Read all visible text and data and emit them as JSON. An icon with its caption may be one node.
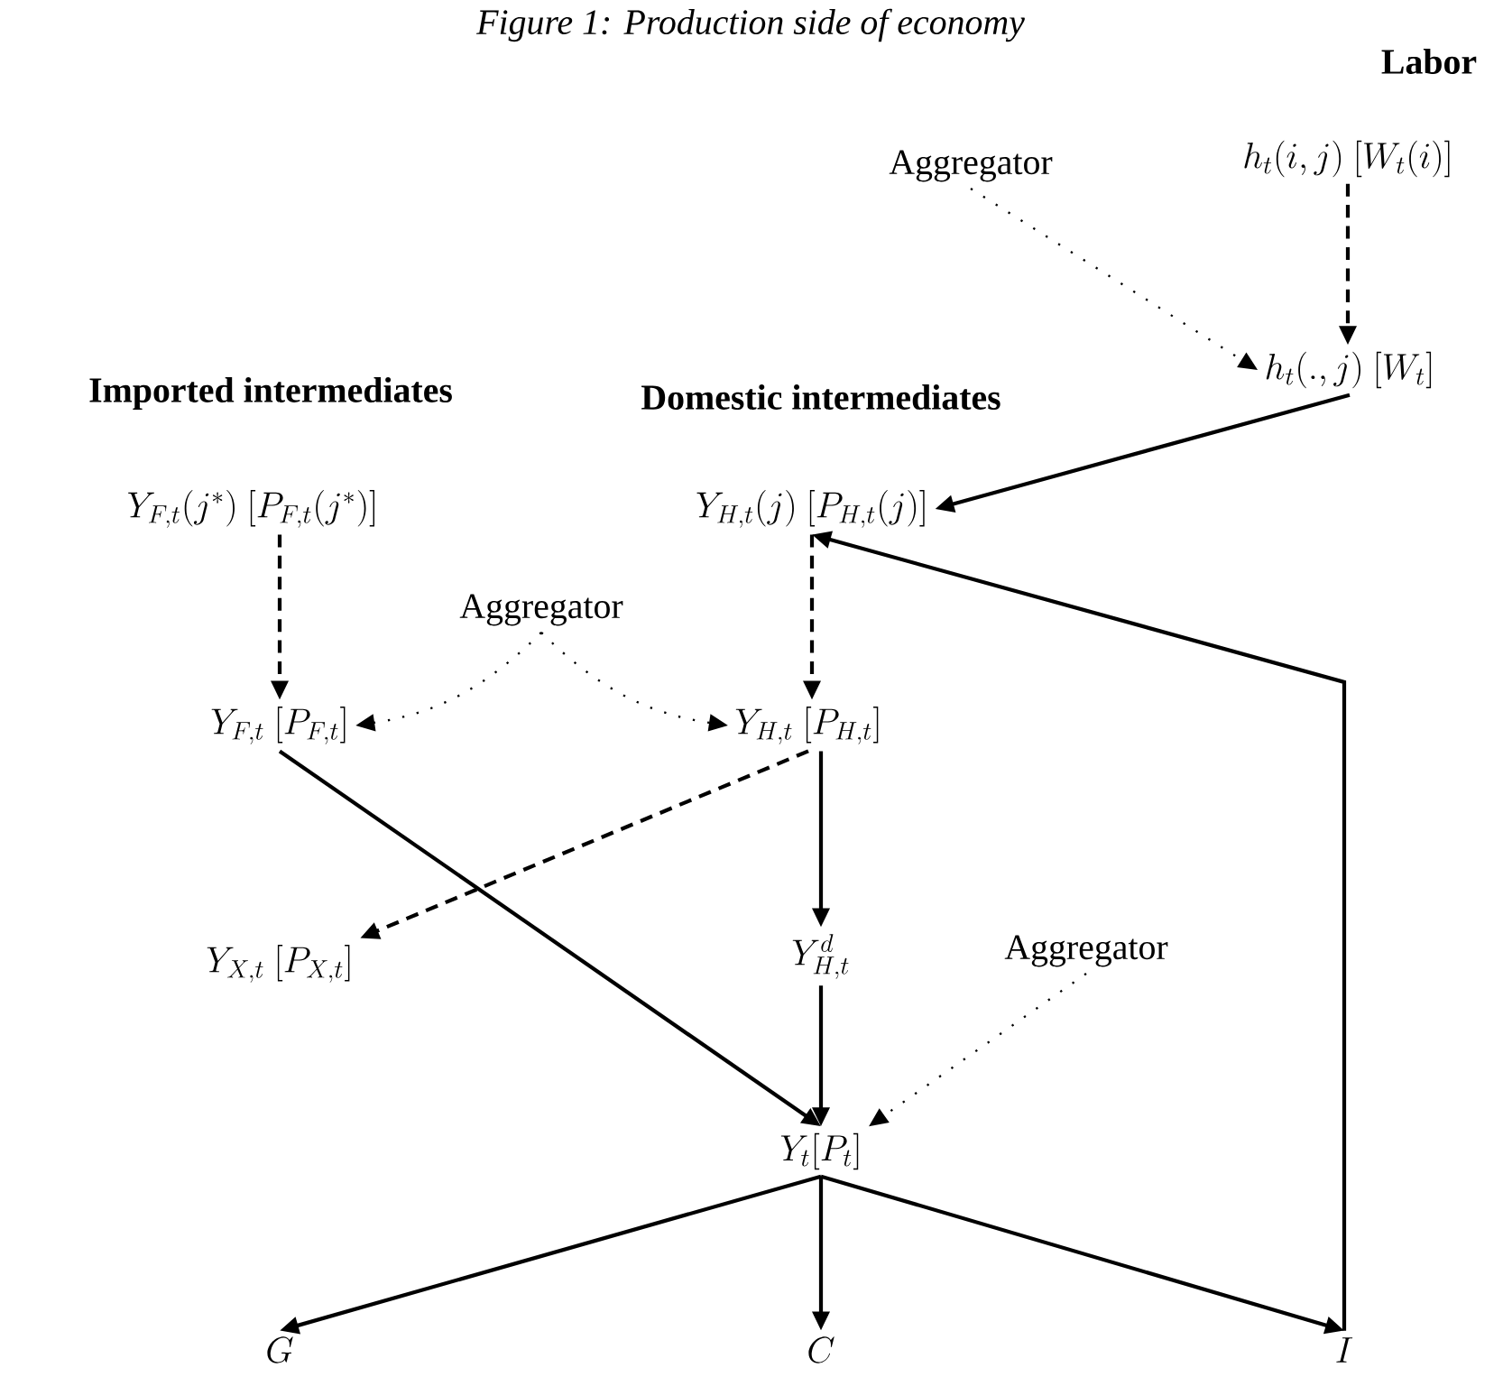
{
  "diagram": {
    "title": "Figure 1: Production side of economy",
    "nodes": [
      {
        "text": [
          "h_t(i,j)\\ [W_t(i)]"
        ]
      },
      {
        "text": [
          "Aggregator"
        ]
      },
      {
        "text": [
          "h_t(.,j)\\ [W_t]"
        ]
      },
      {
        "text": [
          "Y_{F,t}(j^*)\\ [P_{F,t}(j^*)]"
        ]
      },
      {
        "text": [
          "Y_{H,t}(j)\\ [P_{H,t}(j)]"
        ]
      },
      {
        "text": [
          "Aggregator"
        ]
      },
      {
        "text": [
          "Y_{F,t}\\ [P_{F,t}]"
        ]
      },
      {
        "text": [
          "Y_{H,t}\\ [P_{H,t}]"
        ]
      },
      {
        "text": [
          "Y_{X,t}\\ [P_{X,t}]"
        ]
      },
      {
        "text": [
          "Y_{H,t}^d"
        ]
      },
      {
        "text": [
          "Aggregator"
        ]
      },
      {
        "text": [
          "Y_t[P_t]"
        ]
      },
      {
        "text": [
          "G"
        ]
      },
      {
        "text": [
          "C"
        ]
      },
      {
        "text": [
          "I"
        ]
      }
    ],
    "edges": [
      {
        "from": 0,
        "to": 2,
        "arrow": "to",
        "style": "dashed"
      },
      {
        "from": 1,
        "to": 2,
        "arrow": "to",
        "style": "dashed"
      },
      {
        "from": 2,
        "to": 4,
        "arrow": "to"
      },
      {
        "from": 3,
        "to": 6,
        "arrow": "to",
        "style": "dashed"
      },
      {
        "from": 5,
        "to": 6,
        "arrow": "to",
        "style": "dashed"
      },
      {
        "from": 5,
        "to": 7,
        "arrow": "to",
        "style": "dashed"
      },
      {
        "from": 4,
        "to": 7,
        "arrow": "to",
        "style": "dashed"
      },
      {
        "from": 7,
        "to": 8,
        "arrow": "to",
        "style": "dashed"
      },
      {
        "from": 7,
        "to": 9,
        "arrow": "to"
      },
      {
        "from": 6,
        "to": 11,
        "arrow": "to"
      },
      {
        "from": 9,
        "to": 11,
        "arrow": "to"
      },
      {
        "from": 10,
        "to": 11,
        "arrow": "to",
        "style": "dashed"
      },
      {
        "from": 11,
        "to": 12,
        "arrow": "to"
      },
      {
        "from": 11,
        "to": 13,
        "arrow": "to"
      },
      {
        "from": 11,
        "to": 14,
        "arrow": "to"
      },
      {
        "from": 14,
        "to": 4,
        "arrow": "to"
      }
    ],
    "labels": [
      "Labor",
      "Imported intermediates",
      "Domestic intermediates"
    ]
  }
}
